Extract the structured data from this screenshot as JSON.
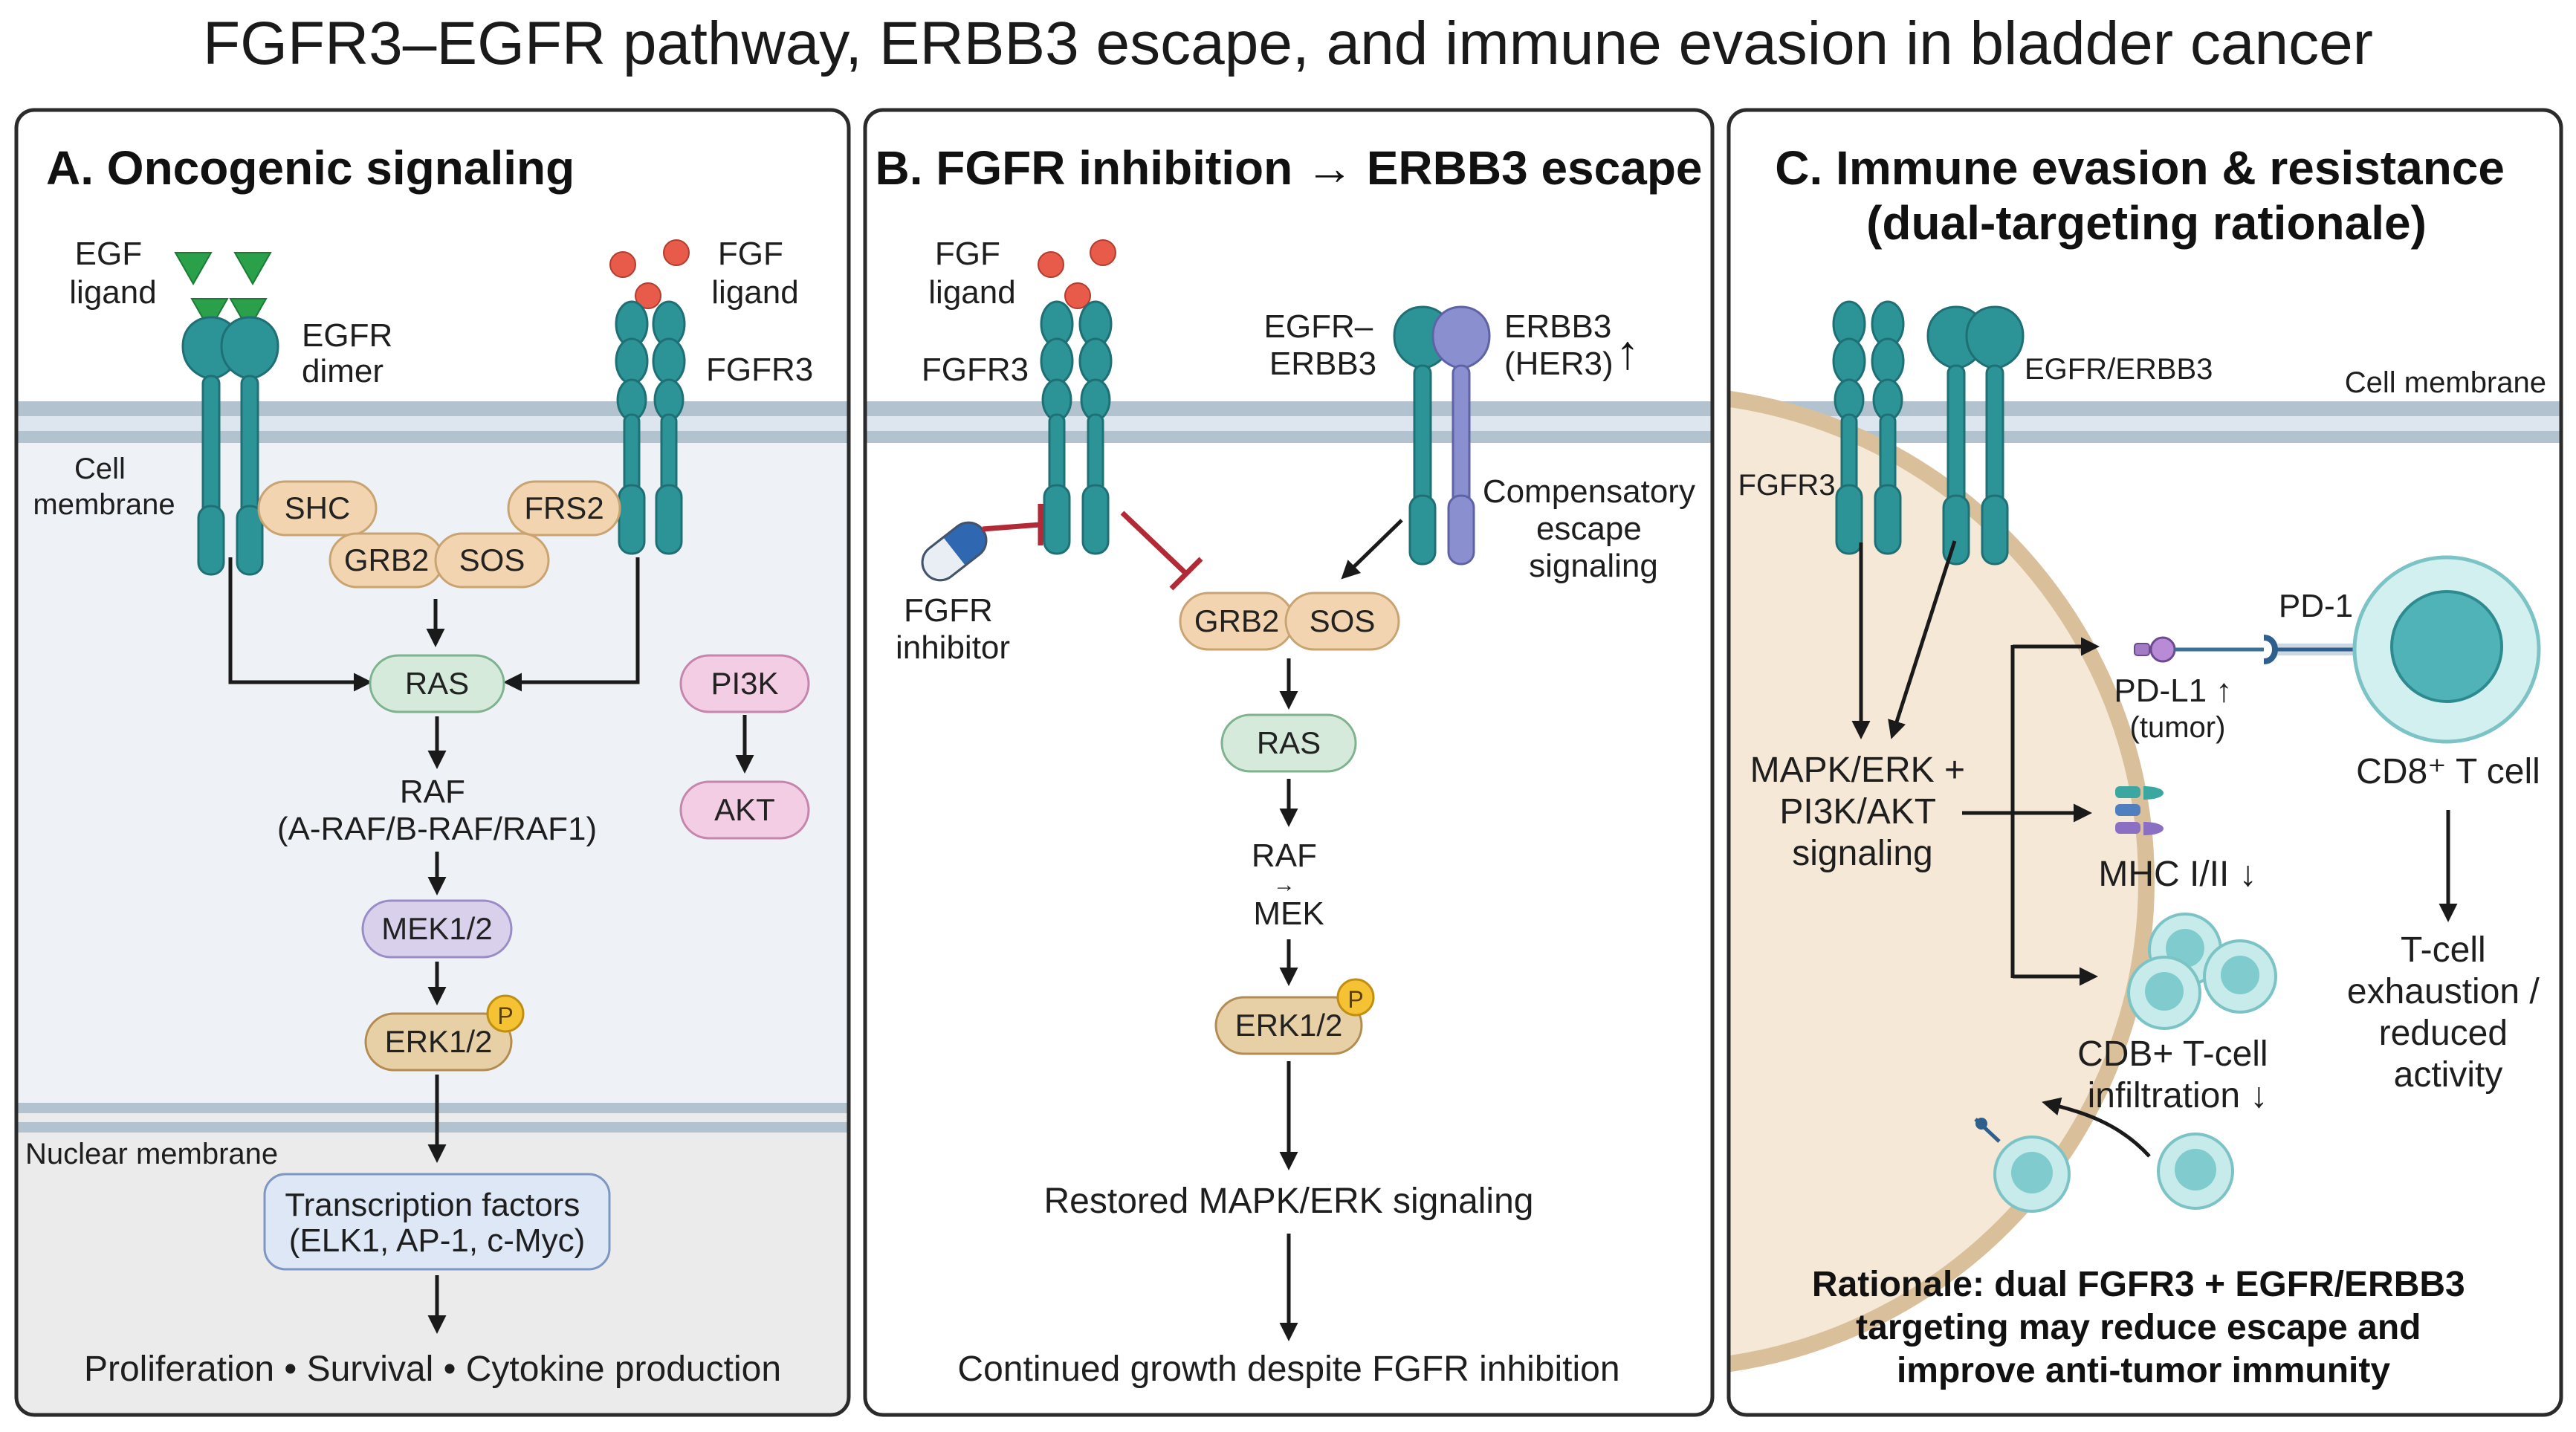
{
  "title": "FGFR3–EGFR pathway, ERBB3 escape, and immune evasion in bladder cancer",
  "colors": {
    "membrane": "#b2c3cf",
    "receptor_teal": "#2c9397",
    "erbb3_purple": "#8a8fcf",
    "adaptor_fill": "#f2d5b0",
    "ras_fill": "#d5eadb",
    "mek_fill": "#d9d1ec",
    "erk_fill": "#e7cfa6",
    "pi3k_fill": "#f2cde3",
    "tf_fill": "#dde7f6",
    "inhibition_red": "#b22a36",
    "phospho_yellow": "#f5c233",
    "egf_green": "#2aa04a",
    "fgf_red": "#e85a4a"
  },
  "panel_a": {
    "title": "A. Oncogenic signaling",
    "egf_ligand": [
      "EGF",
      "ligand"
    ],
    "egfr_dimer": [
      "EGFR",
      "dimer"
    ],
    "fgf_ligand": [
      "FGF",
      "ligand"
    ],
    "fgfr3": "FGFR3",
    "cell_membrane": [
      "Cell",
      "membrane"
    ],
    "shc": "SHC",
    "frs2": "FRS2",
    "grb2": "GRB2",
    "sos": "SOS",
    "ras": "RAS",
    "pi3k": "PI3K",
    "akt": "AKT",
    "raf": [
      "RAF",
      "(A-RAF/B-RAF/RAF1)"
    ],
    "mek": "MEK1/2",
    "erk": "ERK1/2",
    "phospho": "P",
    "nuclear_membrane": "Nuclear membrane",
    "transcription_factors": [
      "Transcription factors",
      "(ELK1, AP-1, c-Myc)"
    ],
    "outcome": "Proliferation • Survival • Cytokine production"
  },
  "panel_b": {
    "title": "B. FGFR inhibition → ERBB3 escape",
    "fgf_ligand": [
      "FGF",
      "ligand"
    ],
    "fgfr3": "FGFR3",
    "egfr_erbb3": [
      "EGFR–",
      "ERBB3"
    ],
    "erbb3_her3": [
      "ERBB3",
      "(HER3)"
    ],
    "up_arrow": "↑",
    "compensatory": [
      "Compensatory",
      "escape",
      "signaling"
    ],
    "fgfr_inhibitor": [
      "FGFR",
      "inhibitor"
    ],
    "grb2": "GRB2",
    "sos": "SOS",
    "ras": "RAS",
    "raf_mek": [
      "RAF",
      "→",
      "MEK"
    ],
    "erk": "ERK1/2",
    "phospho": "P",
    "restored": "Restored MAPK/ERK signaling",
    "continued": "Continued growth despite FGFR inhibition"
  },
  "panel_c": {
    "title": [
      "C. Immune evasion & resistance",
      "(dual-targeting rationale)"
    ],
    "fgfr3": "FGFR3",
    "egfr_erbb3": "EGFR/ERBB3",
    "cell_membrane": "Cell membrane",
    "signaling": [
      "MAPK/ERK +",
      "PI3K/AKT",
      "signaling"
    ],
    "pd1": "PD-1",
    "pdl1": [
      "PD-L1 ↑",
      "(tumor)"
    ],
    "mhc": "MHC I/II ↓",
    "cd8_tcell": "CD8⁺ T cell",
    "infiltration": [
      "CDB+ T-cell",
      "infiltration ↓"
    ],
    "exhaustion": [
      "T-cell",
      "exhaustion /",
      "reduced",
      "activity"
    ],
    "rationale": [
      "Rationale: dual FGFR3 + EGFR/ERBB3",
      "targeting may reduce escape and",
      "improve anti-tumor immunity"
    ]
  }
}
